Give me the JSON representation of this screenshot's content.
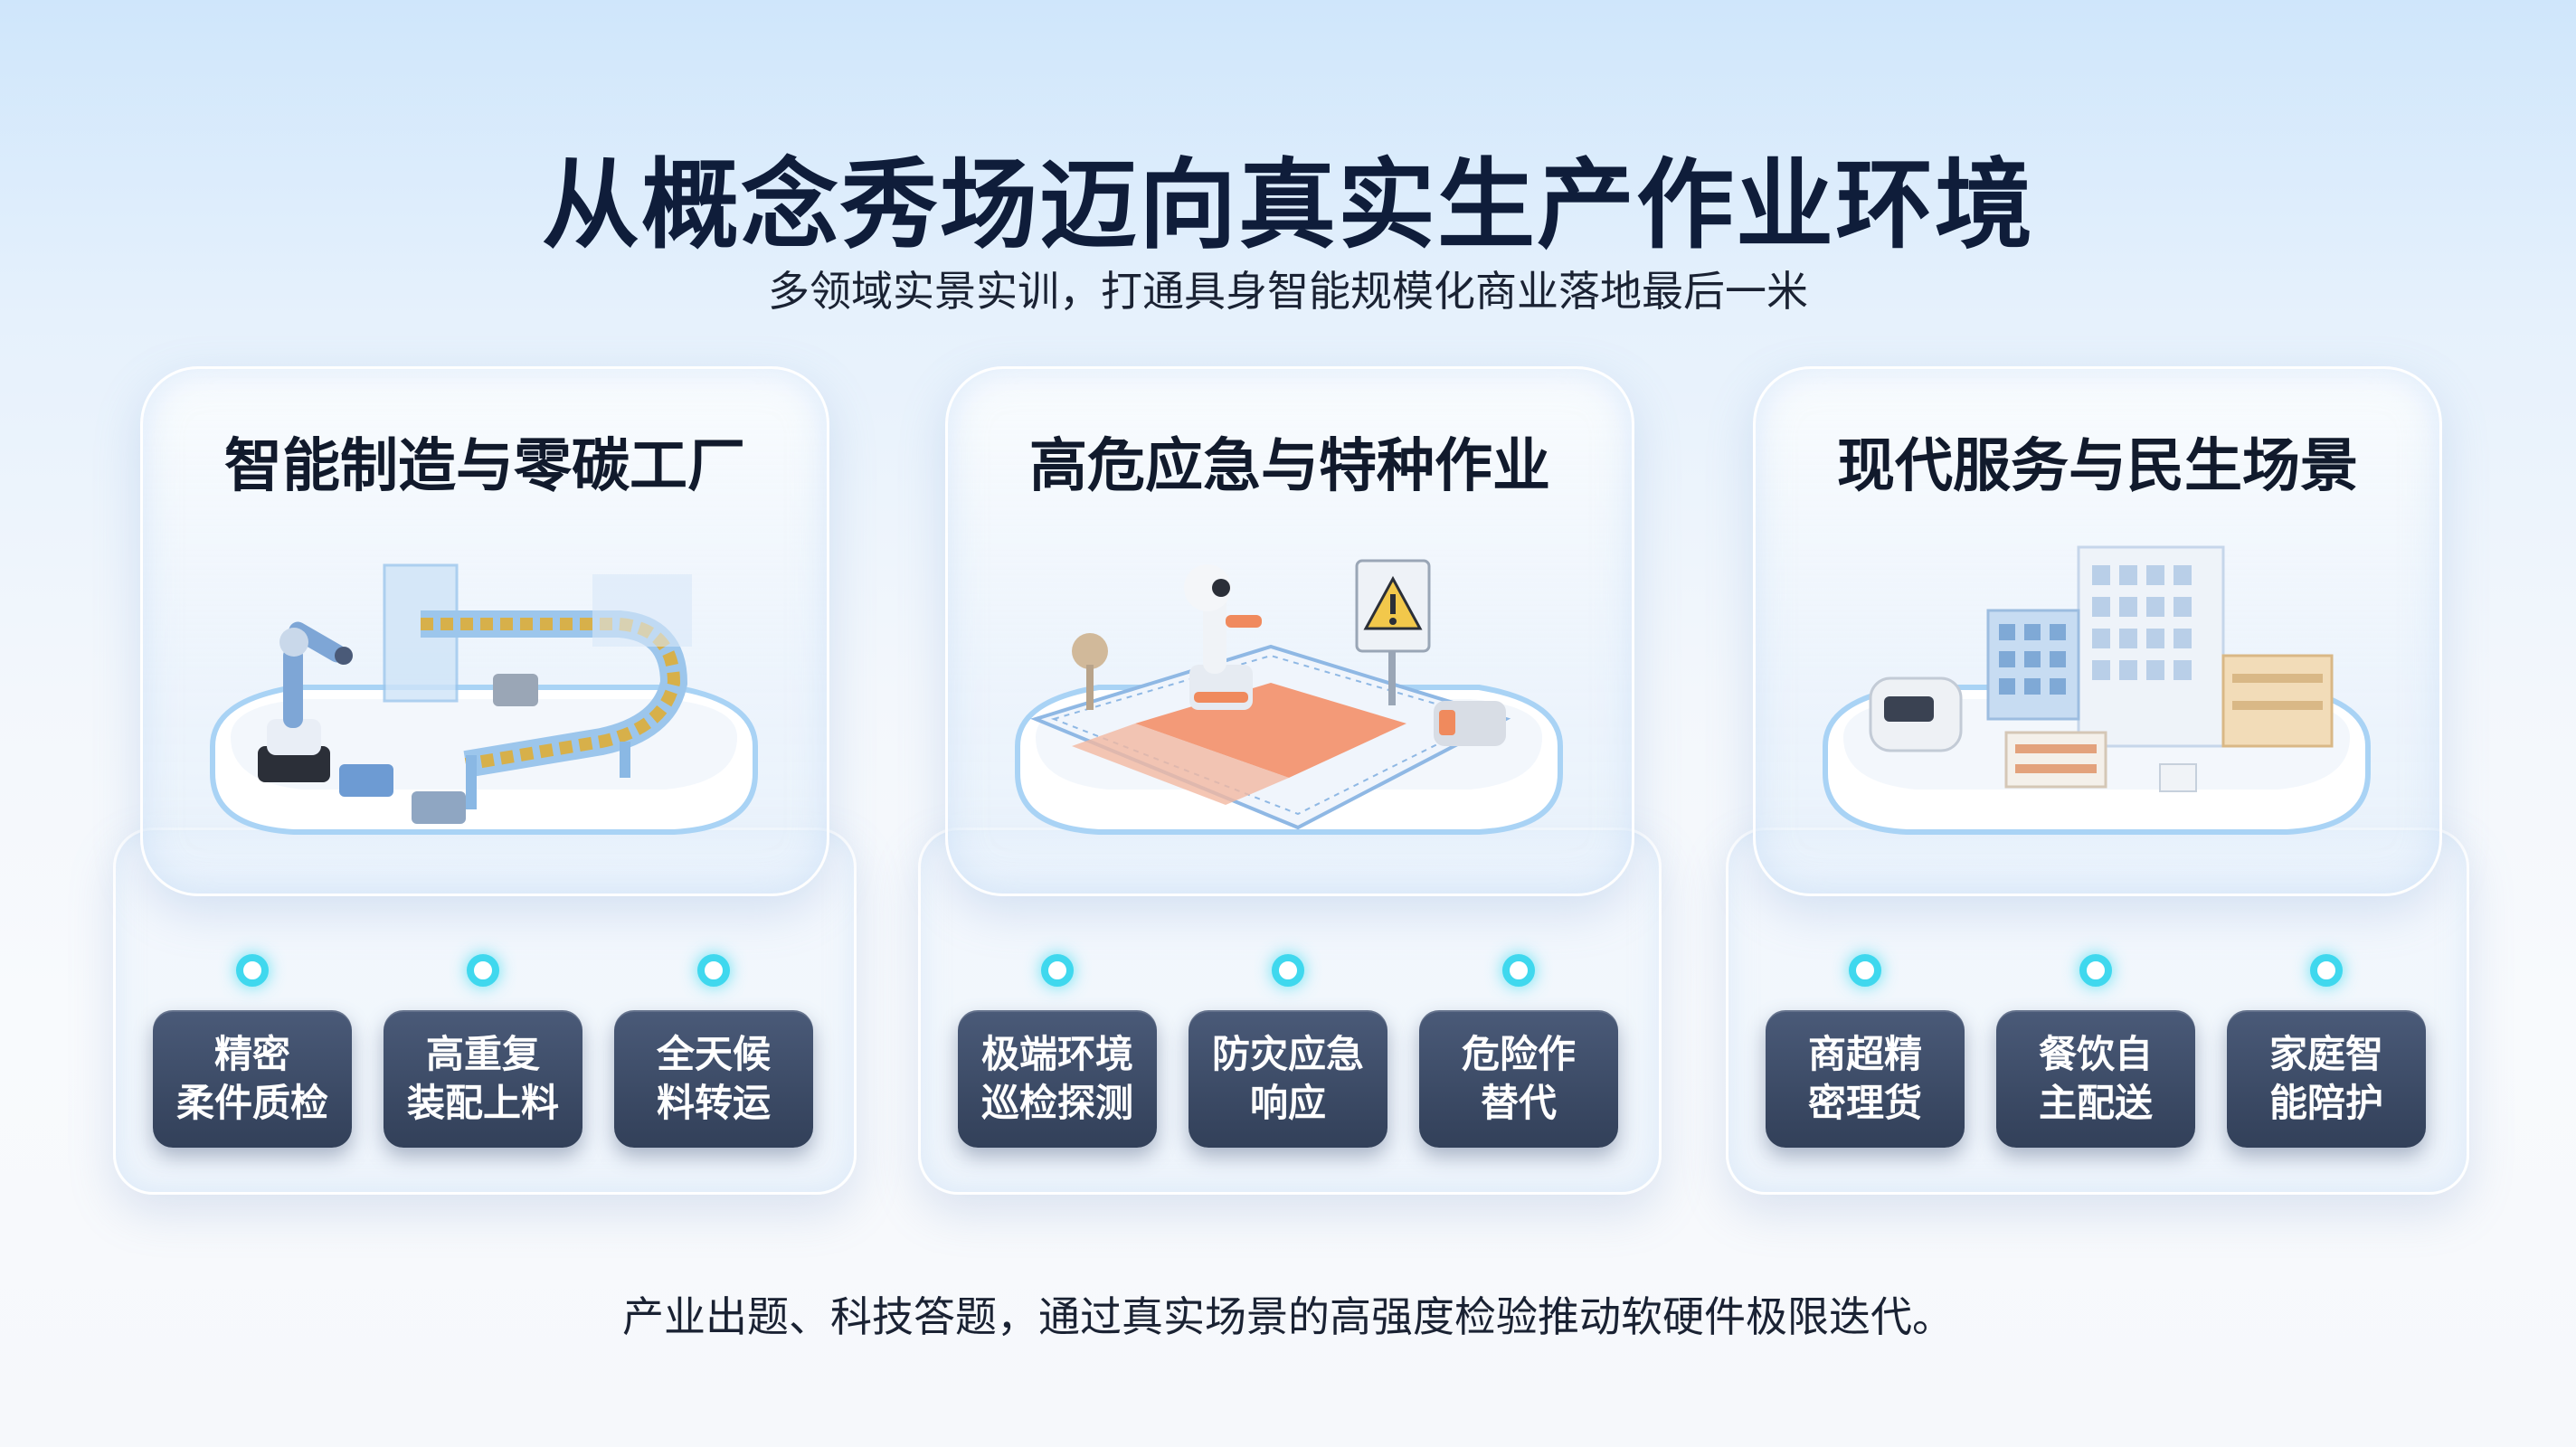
{
  "title": "从概念秀场迈向真实生产作业环境",
  "subtitle": "多领域实景实训，打通具身智能规模化商业落地最后一米",
  "footer": "产业出题、科技答题，通过真实场景的高强度检验推动软硬件极限迭代。",
  "colors": {
    "title": "#0f1d3a",
    "tile_bg": "#3c4a66",
    "indicator": "#3fd8ee"
  },
  "cards": [
    {
      "title": "智能制造与零碳工厂",
      "illustration": "factory-robot-arm-conveyor",
      "tiles": [
        "精密\n柔件质检",
        "高重复\n装配上料",
        "全天候\n料转运"
      ]
    },
    {
      "title": "高危应急与特种作业",
      "illustration": "hazard-zone-robot-warning-sign",
      "tiles": [
        "极端环境\n巡检探测",
        "防灾应急\n响应",
        "危险作\n替代"
      ]
    },
    {
      "title": "现代服务与民生场景",
      "illustration": "city-buildings-delivery-vehicle",
      "tiles": [
        "商超精\n密理货",
        "餐饮自\n主配送",
        "家庭智\n能陪护"
      ]
    }
  ]
}
